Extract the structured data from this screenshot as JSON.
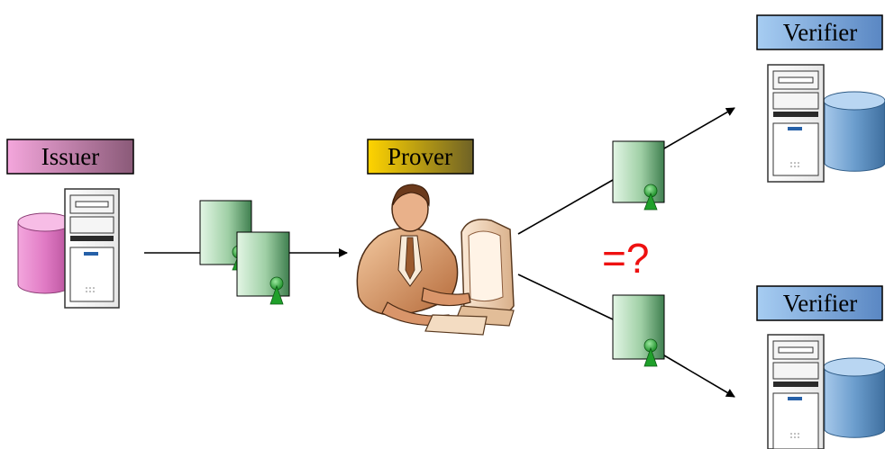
{
  "issuer": {
    "label": "Issuer"
  },
  "prover": {
    "label": "Prover"
  },
  "verifier_top": {
    "label": "Verifier"
  },
  "verifier_bottom": {
    "label": "Verifier"
  },
  "comparison": {
    "text": "=?"
  },
  "colors": {
    "issuer_label_from": "#f0a0d8",
    "issuer_label_to": "#8a5a78",
    "prover_label_from": "#ffd400",
    "prover_label_to": "#7a6a20",
    "verifier_label_from": "#9ec3ea",
    "verifier_label_to": "#5a87c3",
    "credential_from": "#d9f2dc",
    "credential_to": "#3f7f4f",
    "keyhole": "#1fa02a",
    "db_issuer": "#e07ac4",
    "db_verifier": "#5d90c4",
    "comparison": "#ee1111"
  }
}
